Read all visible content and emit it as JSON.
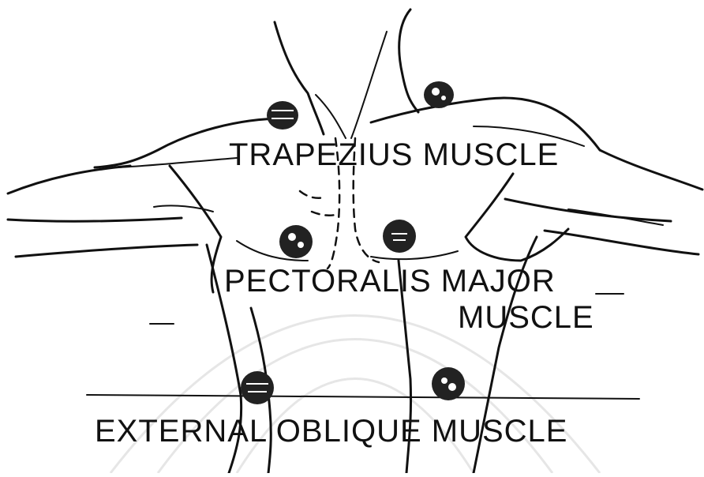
{
  "labels": {
    "trapezius": "TRAPEZIUS MUSCLE",
    "pectoralis_line1": "PECTORALIS MAJOR",
    "pectoralis_line2": "MUSCLE",
    "external_oblique": "EXTERNAL OBLIQUE MUSCLE"
  },
  "colors": {
    "ink": "#111111",
    "electrode_fill": "#222222",
    "watermark": "#e6e6e6"
  }
}
